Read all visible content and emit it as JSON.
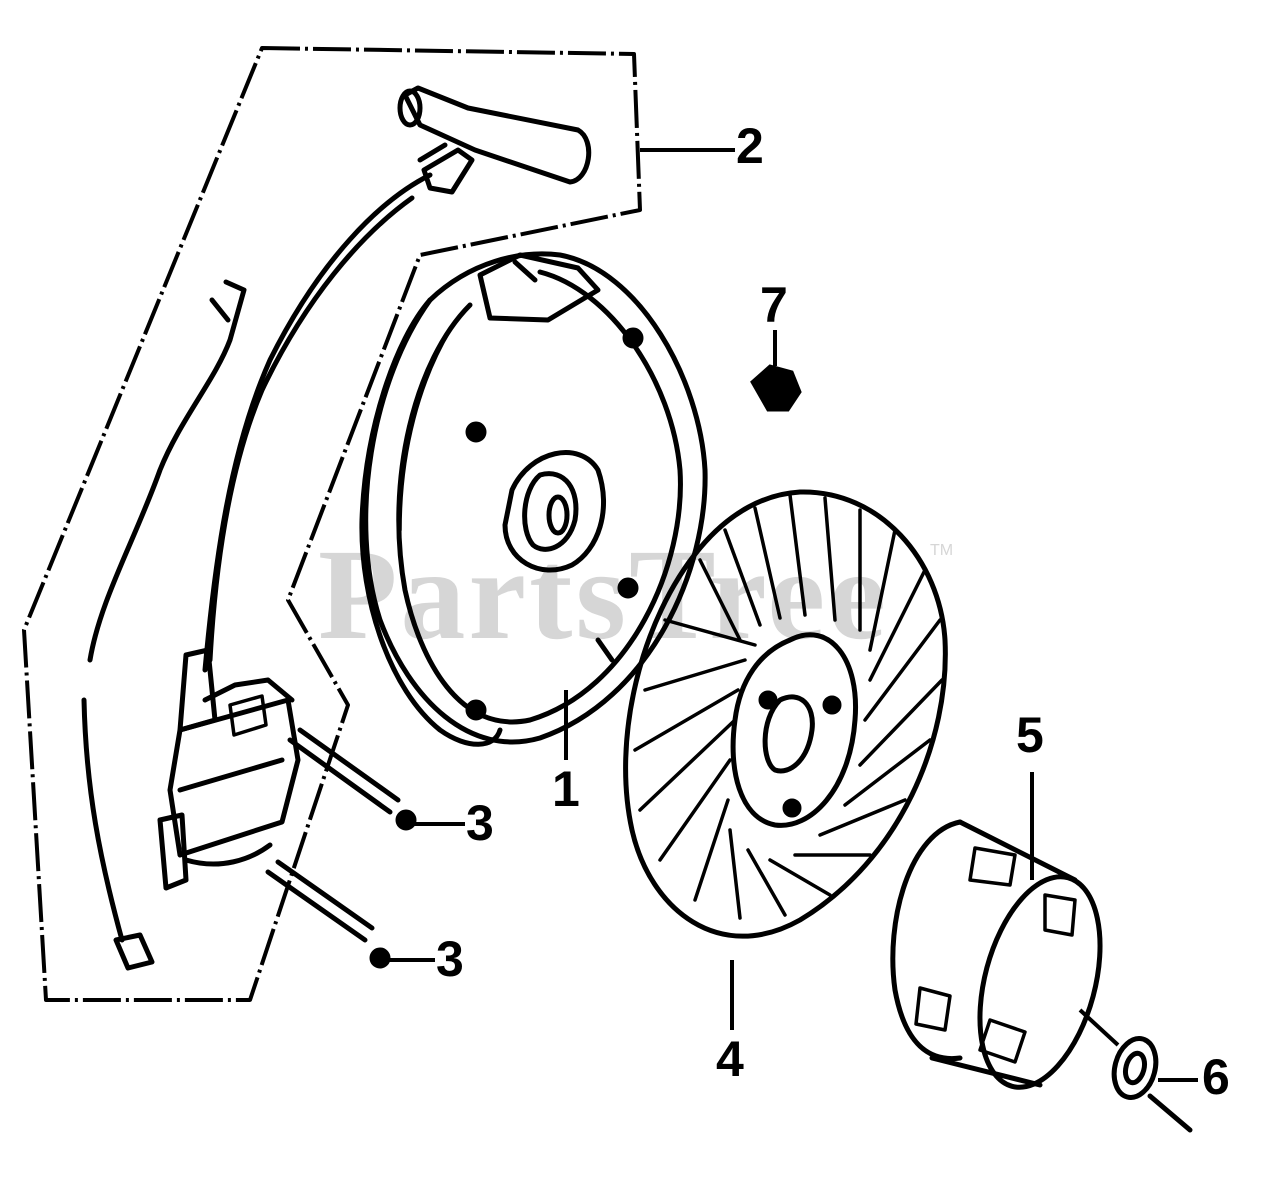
{
  "watermark": {
    "text": "PartsTree",
    "trademark": "TM"
  },
  "callouts": {
    "part_1": "1",
    "part_2": "2",
    "part_3a": "3",
    "part_3b": "3",
    "part_4": "4",
    "part_5": "5",
    "part_6": "6",
    "part_7": "7"
  }
}
